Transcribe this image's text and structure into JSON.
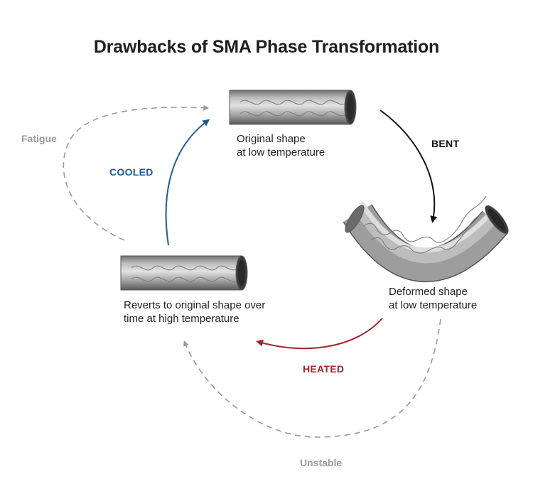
{
  "title": "Drawbacks of SMA Phase Transformation",
  "states": {
    "original": {
      "line1": "Original shape",
      "line2": "at low temperature"
    },
    "deformed": {
      "line1": "Deformed shape",
      "line2": "at low temperature"
    },
    "reverted": {
      "line1": "Reverts to original shape over",
      "line2": "time at high temperature"
    }
  },
  "transitions": {
    "bent": "BENT",
    "heated": "HEATED",
    "cooled": "COOLED",
    "fatigue": "Fatigue",
    "unstable": "Unstable"
  },
  "colors": {
    "bent": "#111111",
    "heated": "#a3242a",
    "cooled": "#1f5c99",
    "drawback": "#9a9a9a",
    "tube": "#9b9b9b"
  }
}
